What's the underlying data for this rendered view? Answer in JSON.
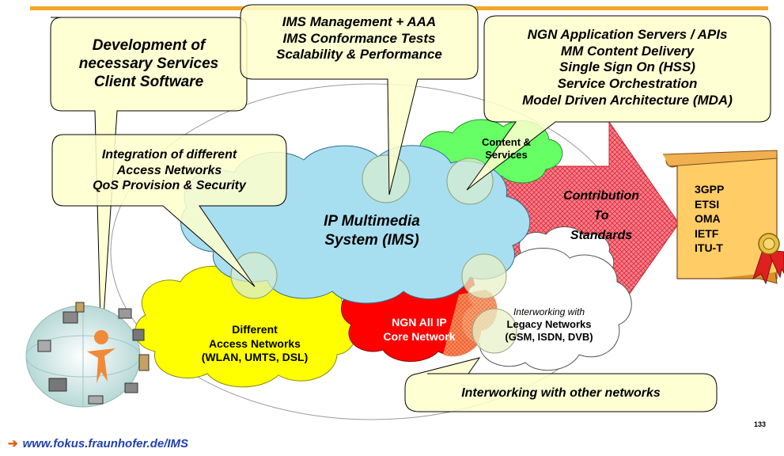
{
  "callouts": {
    "development": [
      "Development of",
      "necessary Services",
      "Client Software"
    ],
    "ims_management": [
      "IMS Management + AAA",
      "IMS Conformance Tests",
      "Scalability & Performance"
    ],
    "ngn_application": [
      "NGN Application Servers / APIs",
      "MM Content Delivery",
      "Single Sign On (HSS)",
      "Service Orchestration",
      "Model Driven Architecture (MDA)"
    ],
    "integration": [
      "Integration of different",
      "Access Networks",
      "QoS Provision & Security"
    ],
    "interworking_other": "Interworking with other networks"
  },
  "clouds": {
    "ims": [
      "IP Multimedia",
      "System (IMS)"
    ],
    "content": [
      "Content &",
      "Services"
    ],
    "access": [
      "Different",
      "Access Networks",
      "(WLAN, UMTS, DSL)"
    ],
    "core": [
      "NGN All IP",
      "Core Network"
    ],
    "legacy_intro": "Interworking with",
    "legacy": [
      "Legacy Networks",
      "(GSM, ISDN, DVB)"
    ]
  },
  "contribution": [
    "Contribution",
    "To",
    "Standards"
  ],
  "standards": [
    "3GPP",
    "ETSI",
    "OMA",
    "IETF",
    "ITU-T"
  ],
  "footer": {
    "arrow": "➔",
    "url": "www.fokus.fraunhofer.de/IMS"
  },
  "page_number": "133",
  "colors": {
    "callout_fill": "#ffffcc",
    "ims_cloud": "#a8dff0",
    "access_cloud": "#ffff00",
    "core_cloud": "#ff0000",
    "content_cloud": "#66ff66",
    "legacy_cloud": "#ffffff",
    "arrow_fill": "#ff6f7f",
    "scroll_fill": "#ffcc66",
    "header_bar": "#f5a623",
    "footer_link": "#1f3fae"
  }
}
